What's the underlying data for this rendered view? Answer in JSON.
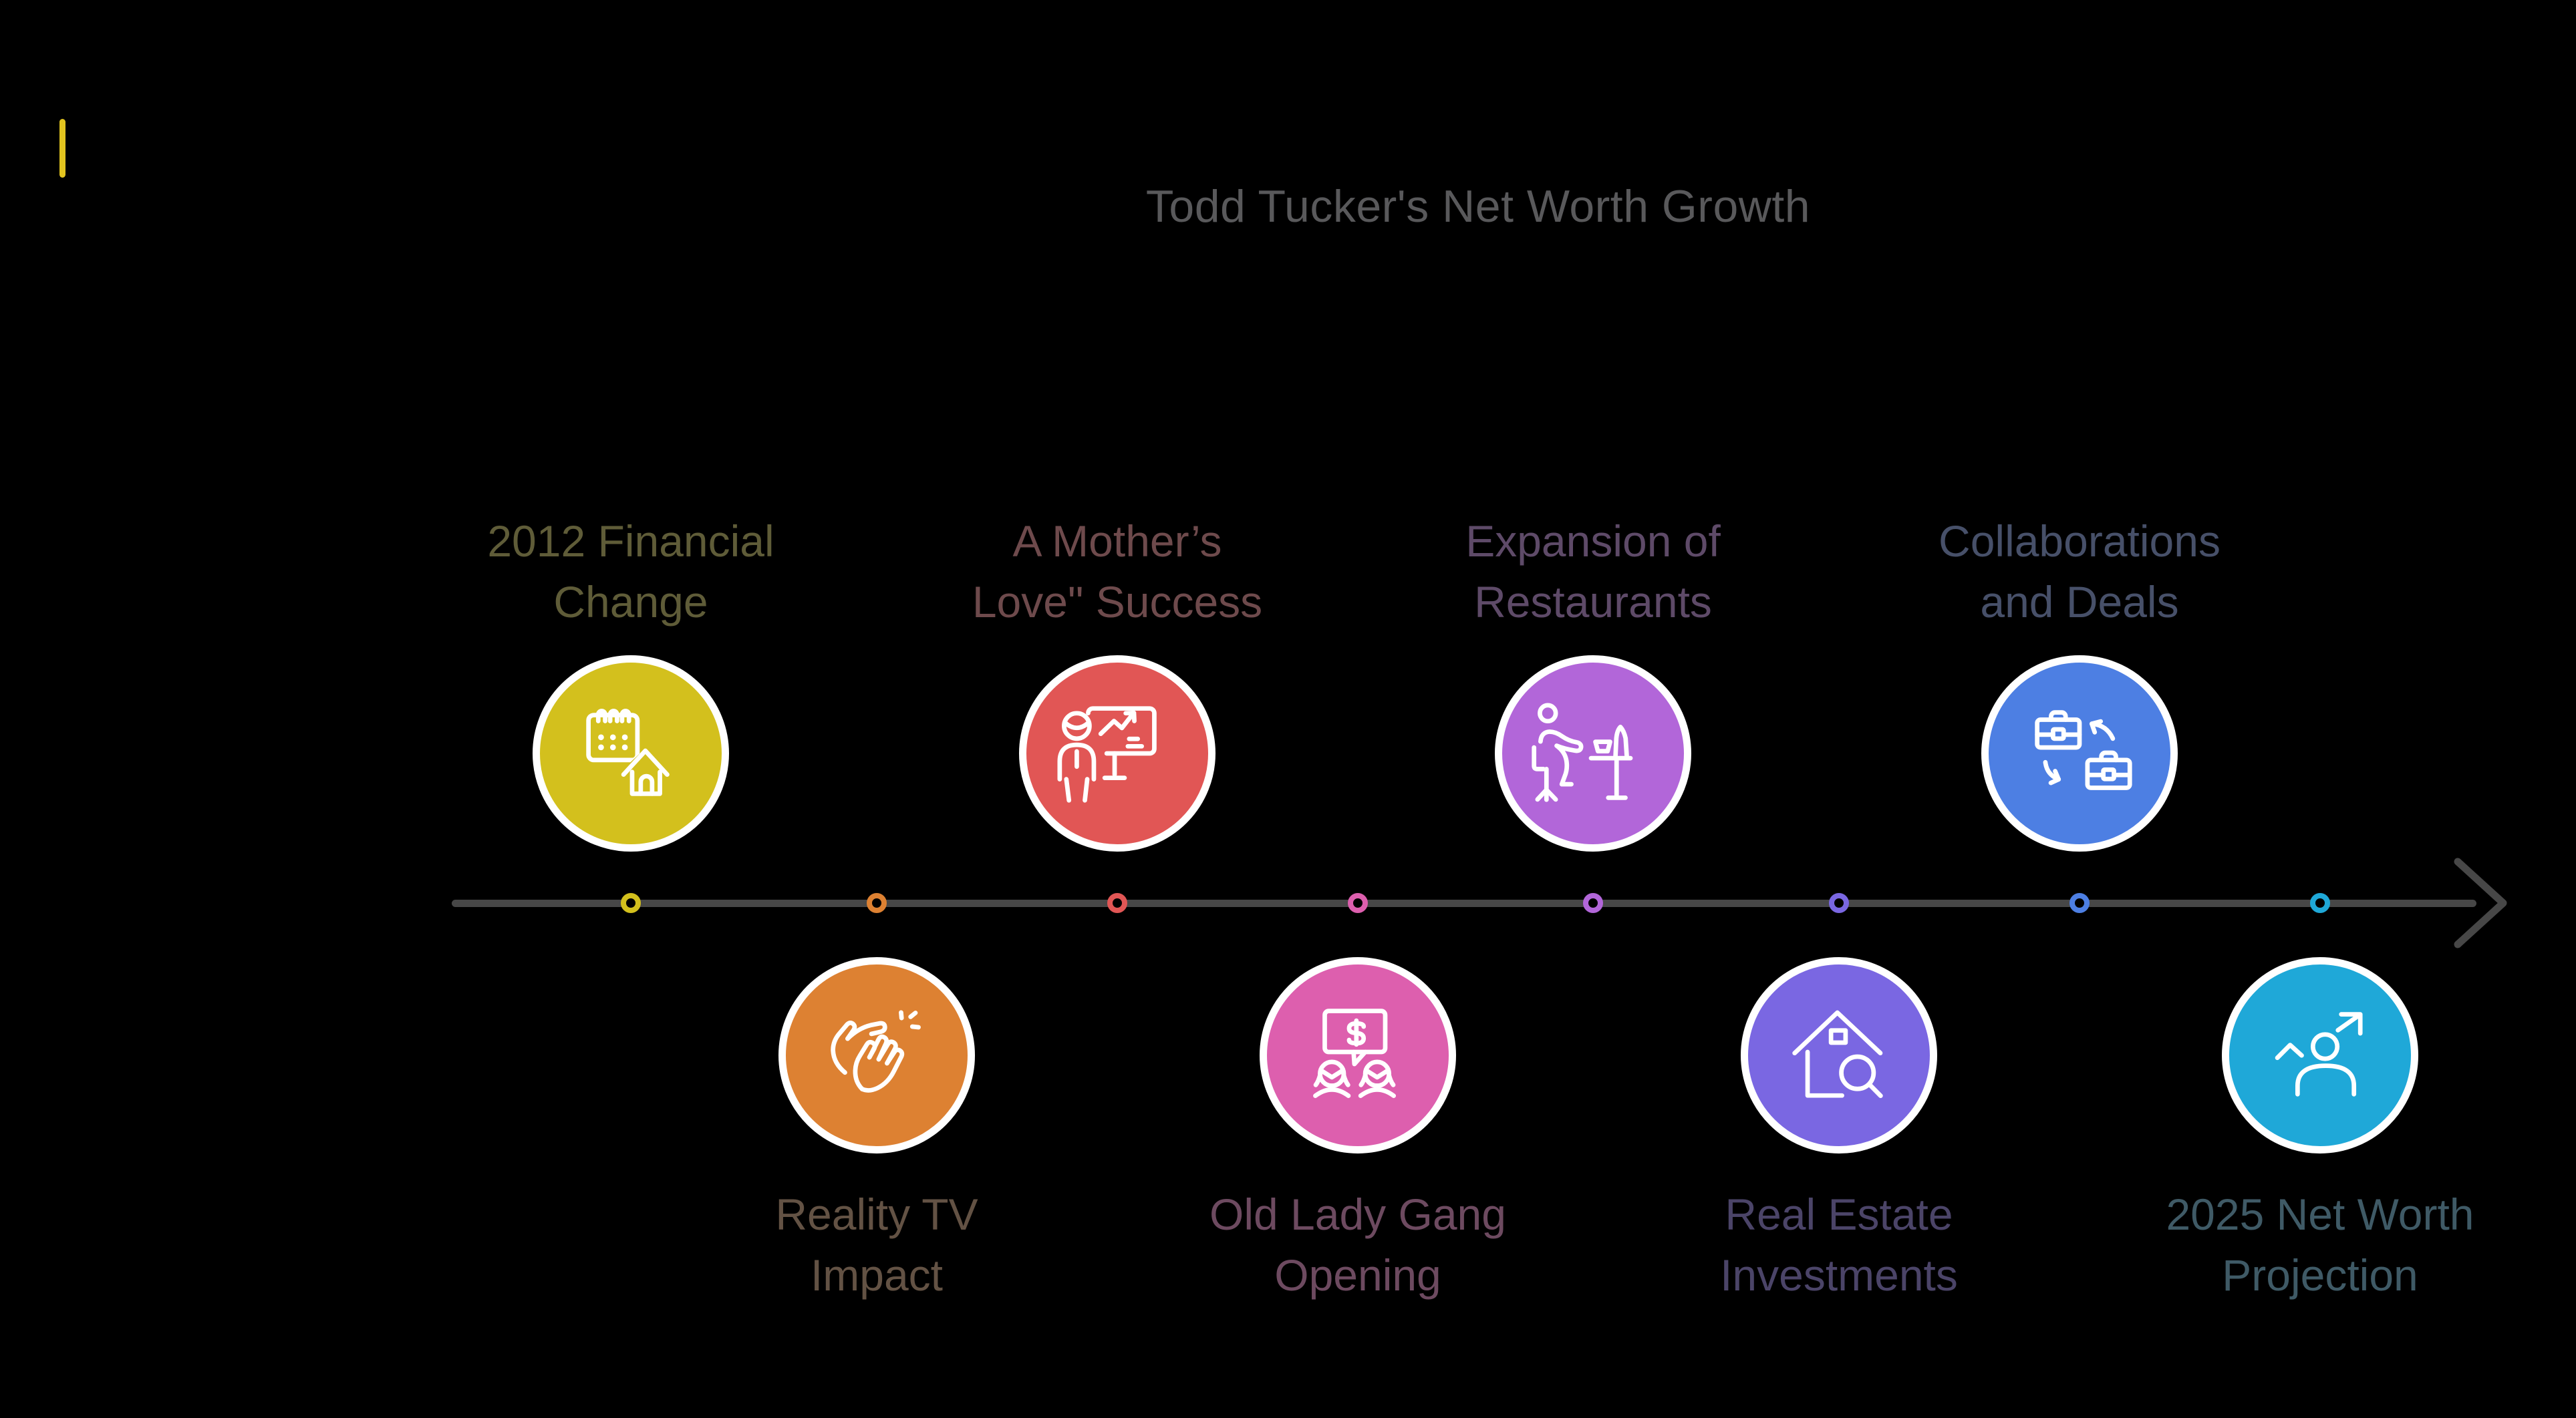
{
  "page": {
    "background": "#000000",
    "accent_bar_color": "#e2c41f"
  },
  "header": {
    "title": "Todd Tucker's Net Worth Growth",
    "title_color": "#59595b"
  },
  "timeline": {
    "axis_color": "#474747",
    "direction": "left-to-right",
    "items": [
      {
        "label": "2012 Financial\nChange",
        "color": "#d3c01d",
        "label_color": "#5f5c38",
        "icon": "calendar-house",
        "position": "above"
      },
      {
        "label": "Reality TV\nImpact",
        "color": "#dd8132",
        "label_color": "#635244",
        "icon": "clapping-hands",
        "position": "below"
      },
      {
        "label": "A Mother’s\nLove\" Success",
        "color": "#e15655",
        "label_color": "#6e4a4c",
        "icon": "presentation-growth",
        "position": "above"
      },
      {
        "label": "Old Lady Gang\nOpening",
        "color": "#dd5fae",
        "label_color": "#6d4a60",
        "icon": "money-conversation",
        "position": "below"
      },
      {
        "label": "Expansion of\nRestaurants",
        "color": "#b266d9",
        "label_color": "#5e4a68",
        "icon": "person-dining",
        "position": "above"
      },
      {
        "label": "Real Estate\nInvestments",
        "color": "#7a67e2",
        "label_color": "#4b4468",
        "icon": "house-search",
        "position": "below"
      },
      {
        "label": "Collaborations\nand Deals",
        "color": "#4d7fe3",
        "label_color": "#475069",
        "icon": "briefcase-exchange",
        "position": "above"
      },
      {
        "label": "2025 Net Worth\nProjection",
        "color": "#1fa8d8",
        "label_color": "#3f5a66",
        "icon": "person-growth",
        "position": "below"
      }
    ]
  }
}
